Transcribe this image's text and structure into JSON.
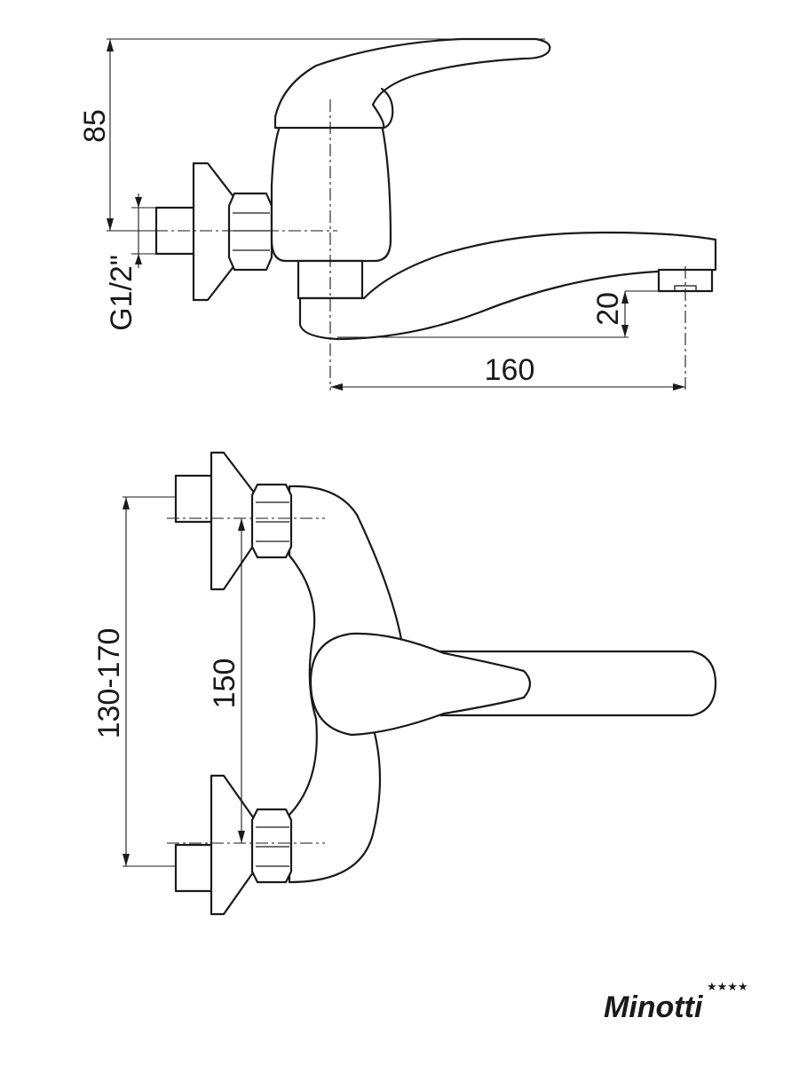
{
  "dimensions": {
    "height": "85",
    "thread": "G1/2\"",
    "spout_height": "20",
    "spout_reach": "160",
    "center_distance_range": "130-170",
    "center_distance": "150"
  },
  "brand": {
    "name": "Minotti",
    "stars": "★★★★"
  }
}
